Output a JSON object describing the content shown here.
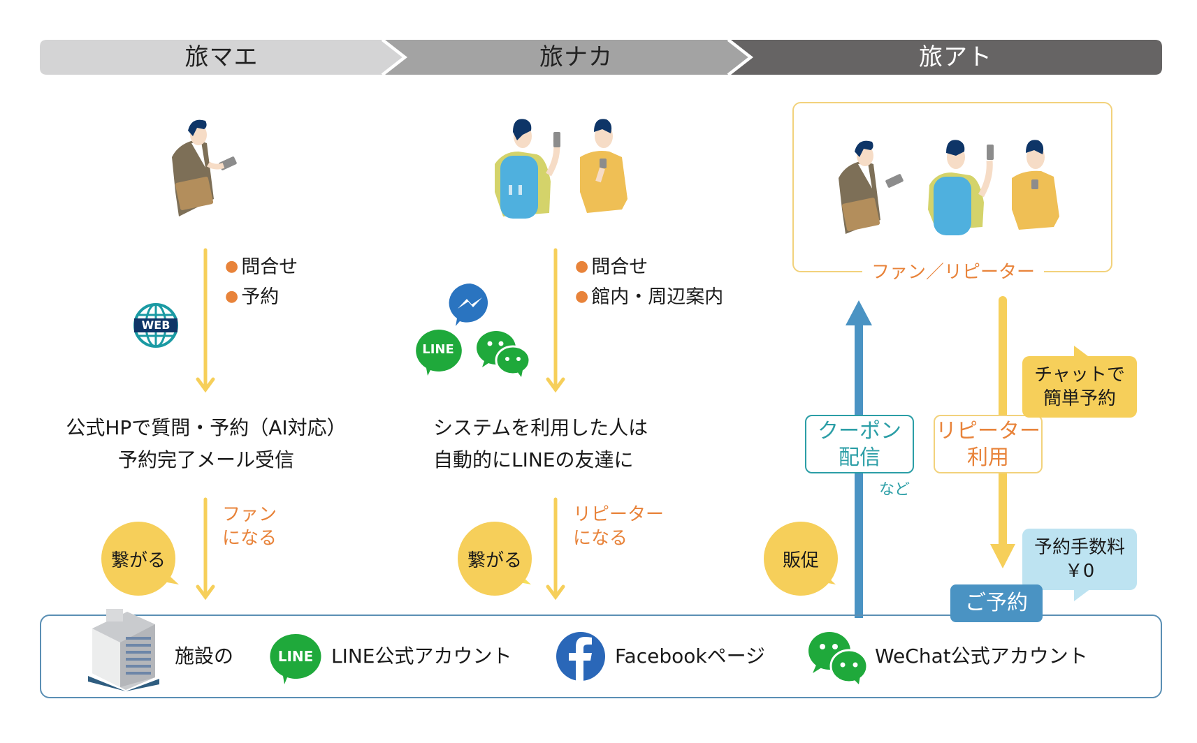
{
  "phases": [
    {
      "label": "旅マエ",
      "color": "#d4d4d5",
      "text_color": "#222222"
    },
    {
      "label": "旅ナカ",
      "color": "#a3a3a3",
      "text_color": "#222222"
    },
    {
      "label": "旅アト",
      "color": "#666464",
      "text_color": "#ffffff"
    }
  ],
  "before": {
    "bullets": [
      "問合せ",
      "予約"
    ],
    "icon": "web-globe-icon",
    "web_label": "WEB",
    "desc_lines": [
      "公式HPで質問・予約（AI対応）",
      "予約完了メール受信"
    ],
    "bubble": "繋がる",
    "note_lines": [
      "ファン",
      "になる"
    ]
  },
  "during": {
    "bullets": [
      "問合せ",
      "館内・周辺案内"
    ],
    "line_icon_label": "LINE",
    "desc_lines": [
      "システムを利用した人は",
      "自動的にLINEの友達に"
    ],
    "bubble": "繋がる",
    "note_lines": [
      "リピーター",
      "になる"
    ]
  },
  "after": {
    "box_label": "ファン／リピーター",
    "coupon_lines": [
      "クーポン",
      "配信"
    ],
    "coupon_suffix": "など",
    "repeater_lines": [
      "リピーター",
      "利用"
    ],
    "chat_lines": [
      "チャットで",
      "簡単予約"
    ],
    "fee_lines": [
      "予約手数料",
      "￥0"
    ],
    "reserve_label": "ご予約",
    "bubble": "販促"
  },
  "bottom": {
    "facility_label": "施設の",
    "line_icon_label": "LINE",
    "line_label": "LINE公式アカウント",
    "facebook_label": "Facebookページ",
    "wechat_label": "WeChat公式アカウント"
  },
  "colors": {
    "yellow": "#f6cf5a",
    "orange": "#e8833a",
    "teal": "#2b9ea6",
    "blue": "#4a93c3",
    "line_green": "#1fa93b",
    "facebook_blue": "#2a67b8",
    "navy": "#0e3567"
  }
}
